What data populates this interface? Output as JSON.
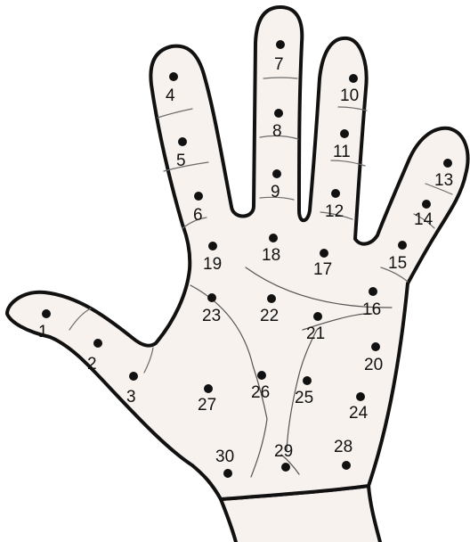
{
  "points": [
    {
      "id": "p1",
      "label": "1"
    },
    {
      "id": "p2",
      "label": "2"
    },
    {
      "id": "p3",
      "label": "3"
    },
    {
      "id": "p4",
      "label": "4"
    },
    {
      "id": "p5",
      "label": "5"
    },
    {
      "id": "p6",
      "label": "6"
    },
    {
      "id": "p7",
      "label": "7"
    },
    {
      "id": "p8",
      "label": "8"
    },
    {
      "id": "p9",
      "label": "9"
    },
    {
      "id": "p10",
      "label": "10"
    },
    {
      "id": "p11",
      "label": "11"
    },
    {
      "id": "p12",
      "label": "12"
    },
    {
      "id": "p13",
      "label": "13"
    },
    {
      "id": "p14",
      "label": "14"
    },
    {
      "id": "p15",
      "label": "15"
    },
    {
      "id": "p16",
      "label": "16"
    },
    {
      "id": "p17",
      "label": "17"
    },
    {
      "id": "p18",
      "label": "18"
    },
    {
      "id": "p19",
      "label": "19"
    },
    {
      "id": "p20",
      "label": "20"
    },
    {
      "id": "p21",
      "label": "21"
    },
    {
      "id": "p22",
      "label": "22"
    },
    {
      "id": "p23",
      "label": "23"
    },
    {
      "id": "p24",
      "label": "24"
    },
    {
      "id": "p25",
      "label": "25"
    },
    {
      "id": "p26",
      "label": "26"
    },
    {
      "id": "p27",
      "label": "27"
    },
    {
      "id": "p28",
      "label": "28"
    },
    {
      "id": "p29",
      "label": "29"
    },
    {
      "id": "p30",
      "label": "30"
    }
  ],
  "colors": {
    "skin": "#f8f2ee",
    "outline": "#111111",
    "dot": "#111111"
  }
}
